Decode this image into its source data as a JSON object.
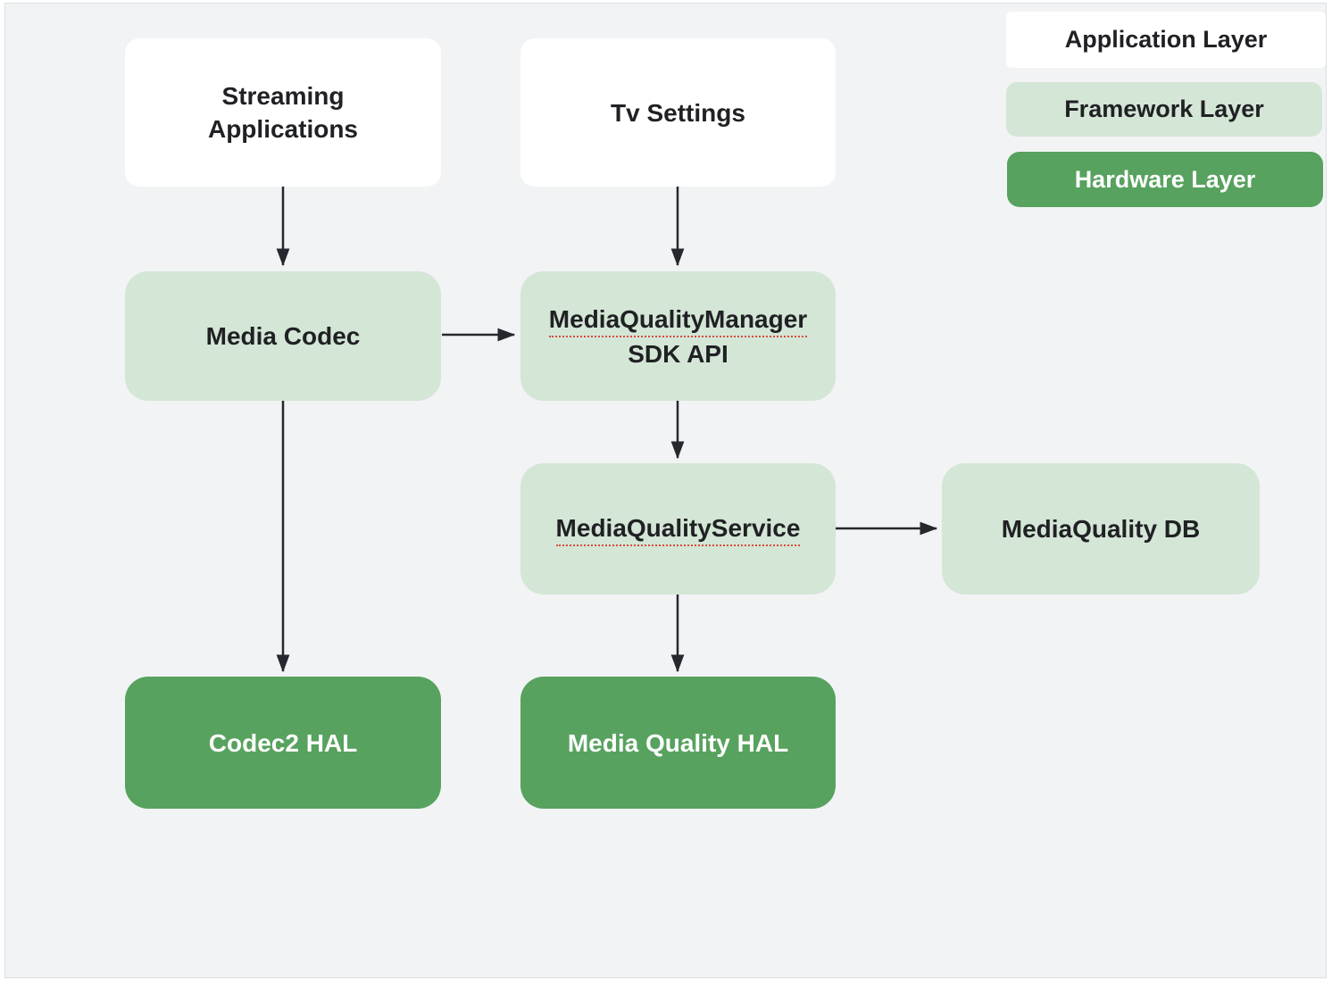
{
  "diagram_type": "flow",
  "colors": {
    "background": "#f1f3f4",
    "application_layer": "#ffffff",
    "framework_layer": "#d4e6d6",
    "hardware_layer": "#57a25e",
    "text_dark": "#202124",
    "text_light": "#ffffff",
    "arrow": "#26282e",
    "spellcheck_underline": "#d64b3c"
  },
  "legend": {
    "application": "Application Layer",
    "framework": "Framework Layer",
    "hardware": "Hardware Layer"
  },
  "nodes": {
    "streaming_apps": {
      "line1": "Streaming",
      "line2": "Applications",
      "layer": "application"
    },
    "tv_settings": {
      "label": "Tv Settings",
      "layer": "application"
    },
    "media_codec": {
      "label": "Media Codec",
      "layer": "framework"
    },
    "mq_manager": {
      "line1": "MediaQualityManager",
      "line2": "SDK API",
      "layer": "framework"
    },
    "mq_service": {
      "label": "MediaQualityService",
      "layer": "framework"
    },
    "mq_db": {
      "label": "MediaQuality DB",
      "layer": "framework"
    },
    "codec2_hal": {
      "label": "Codec2 HAL",
      "layer": "hardware"
    },
    "mq_hal": {
      "label": "Media Quality HAL",
      "layer": "hardware"
    }
  },
  "edges": [
    {
      "from": "streaming_apps",
      "to": "media_codec"
    },
    {
      "from": "tv_settings",
      "to": "mq_manager"
    },
    {
      "from": "media_codec",
      "to": "mq_manager"
    },
    {
      "from": "mq_manager",
      "to": "mq_service"
    },
    {
      "from": "media_codec",
      "to": "codec2_hal"
    },
    {
      "from": "mq_service",
      "to": "mq_hal"
    },
    {
      "from": "mq_service",
      "to": "mq_db"
    }
  ]
}
